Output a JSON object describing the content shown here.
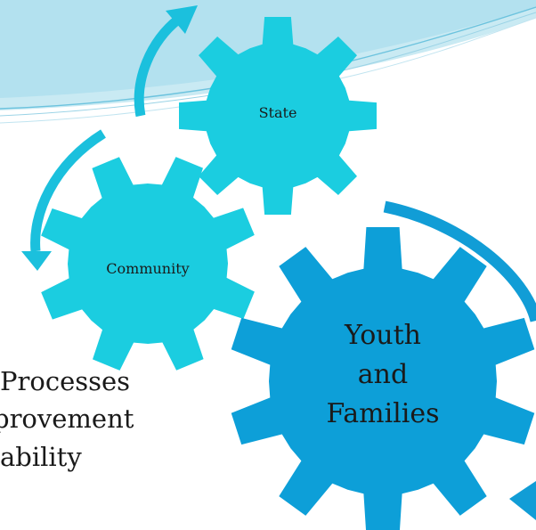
{
  "background_text": {
    "line1": "Processes",
    "line2": "provement",
    "line3": "ability"
  },
  "gears": {
    "state": {
      "label": "State"
    },
    "community": {
      "label": "Community"
    },
    "youth": {
      "line1": "Youth",
      "line2": "and",
      "line3": "Families"
    }
  },
  "colors": {
    "light_gear": "#1BCDE0",
    "dark_gear": "#0D9FD8",
    "arrow_light": "#1BC0DD",
    "arrow_dark": "#119DD6",
    "banner": "#B9E4F0"
  }
}
